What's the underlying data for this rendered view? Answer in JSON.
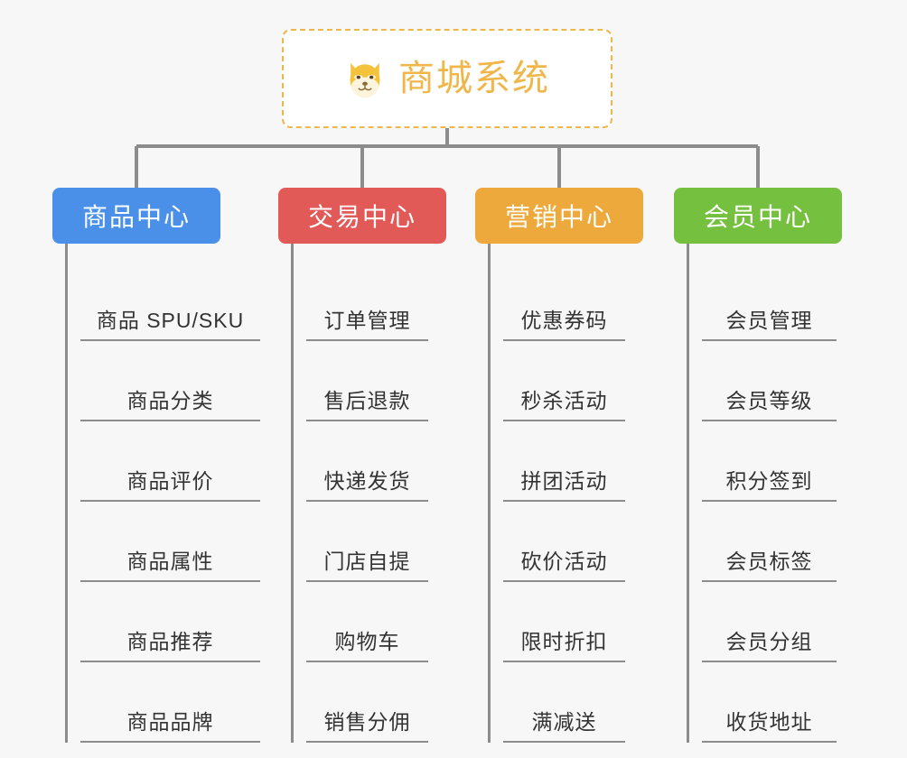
{
  "diagram": {
    "type": "org-tree",
    "background_color": "#f7f7f7",
    "connector_color": "#8c8c8c",
    "root": {
      "title": "商城系统",
      "icon": "shiba-dog-face-icon",
      "border_color": "#f0b64a",
      "text_color": "#f0b64a",
      "background_color": "#ffffff"
    },
    "categories": [
      {
        "label": "商品中心",
        "color": "#4a90e8",
        "items": [
          "商品 SPU/SKU",
          "商品分类",
          "商品评价",
          "商品属性",
          "商品推荐",
          "商品品牌"
        ]
      },
      {
        "label": "交易中心",
        "color": "#e25a58",
        "items": [
          "订单管理",
          "售后退款",
          "快递发货",
          "门店自提",
          "购物车",
          "销售分佣"
        ]
      },
      {
        "label": "营销中心",
        "color": "#eda93c",
        "items": [
          "优惠券码",
          "秒杀活动",
          "拼团活动",
          "砍价活动",
          "限时折扣",
          "满减送"
        ]
      },
      {
        "label": "会员中心",
        "color": "#76c040",
        "items": [
          "会员管理",
          "会员等级",
          "积分签到",
          "会员标签",
          "会员分组",
          "收货地址"
        ]
      }
    ]
  }
}
